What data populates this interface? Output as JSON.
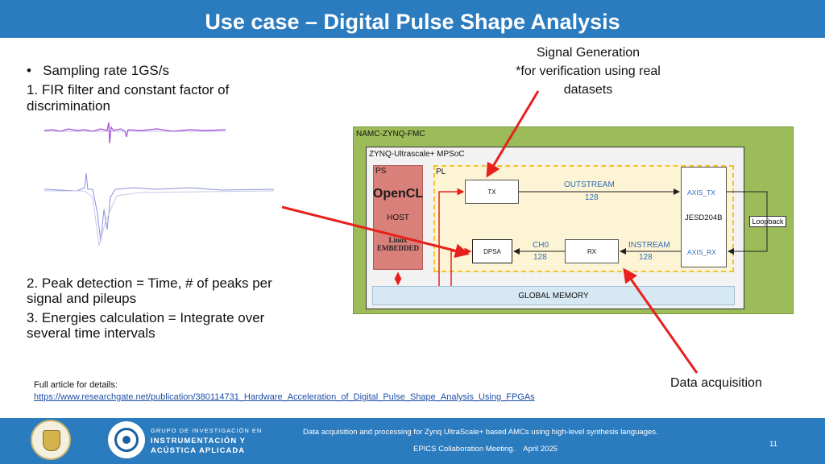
{
  "header": {
    "title": "Use case – Digital Pulse Shape Analysis"
  },
  "left": {
    "bullet_1": "Sampling rate 1GS/s",
    "item_1_line1": "1. FIR filter and constant factor of",
    "item_1_line2": "discrimination",
    "item_2_line1": "2. Peak detection = Time, # of peaks per",
    "item_2_line2": "signal and pileups",
    "item_3_line1": "3. Energies calculation = Integrate over",
    "item_3_line2": "several time intervals"
  },
  "signal_gen": {
    "line1": "Signal Generation",
    "line2": "*for verification using real",
    "line3": "datasets"
  },
  "data_acq_label": "Data acquisition",
  "diagram": {
    "board": "NAMC-ZYNQ-FMC",
    "soc": "ZYNQ-Ultrascale+ MPSoC",
    "ps": "PS",
    "pl": "PL",
    "host": "HOST",
    "tx": "TX",
    "rx": "RX",
    "dpsa": "DPSA",
    "outstream": "OUTSTREAM",
    "outstream_width": "128",
    "instream": "INSTREAM",
    "instream_width": "128",
    "ch0": "CH0",
    "ch0_width": "128",
    "jesd": "JESD204B",
    "axis_tx": "AXIS_TX",
    "axis_rx": "AXIS_RX",
    "loopback": "Loopback",
    "global_memory": "GLOBAL MEMORY",
    "opencl_logo": "OpenCL",
    "linux_logo": "Linux EMBEDDED"
  },
  "article": {
    "label": "Full article for details:",
    "url": "https://www.researchgate.net/publication/380114731_Hardware_Acceleration_of_Digital_Pulse_Shape_Analysis_Using_FPGAs"
  },
  "footer": {
    "line1": "Data acquisition and processing for Zynq UltraScale+ based AMCs using high-level synthesis languages.",
    "line2": "EPICS Collaboration Meeting.    April 2025",
    "page": "11",
    "group_line1": "GRUPO DE INVESTIGACIÓN EN",
    "group_line2": "INSTRUMENTACIÓN Y",
    "group_line3": "ACÚSTICA APLICADA"
  },
  "colors": {
    "header": "#2b7bbf",
    "board": "#9cbb59",
    "pl_zone": "#fdf3d5",
    "red_arrow": "#e8211d",
    "ps": "#d9807a"
  }
}
